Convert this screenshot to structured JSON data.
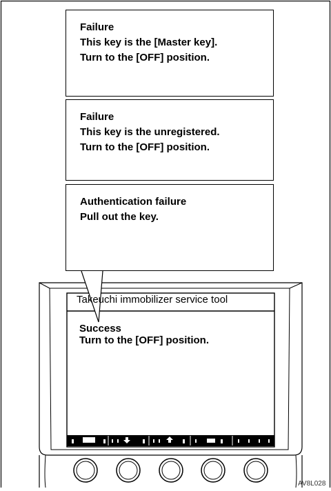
{
  "messages": [
    {
      "lines": [
        "Failure",
        "This key is the [Master key].",
        "Turn to the [OFF] position."
      ]
    },
    {
      "lines": [
        "Failure",
        "This key is the unregistered.",
        "Turn to the [OFF] position."
      ]
    },
    {
      "lines": [
        "Authentication failure",
        "Pull out the key."
      ]
    }
  ],
  "device": {
    "title": "Takeuchi immobilizer service tool",
    "screen_lines": [
      "Success",
      "Turn to the [OFF] position."
    ],
    "function_button_count": 5
  },
  "figure_code": "AV8L028"
}
